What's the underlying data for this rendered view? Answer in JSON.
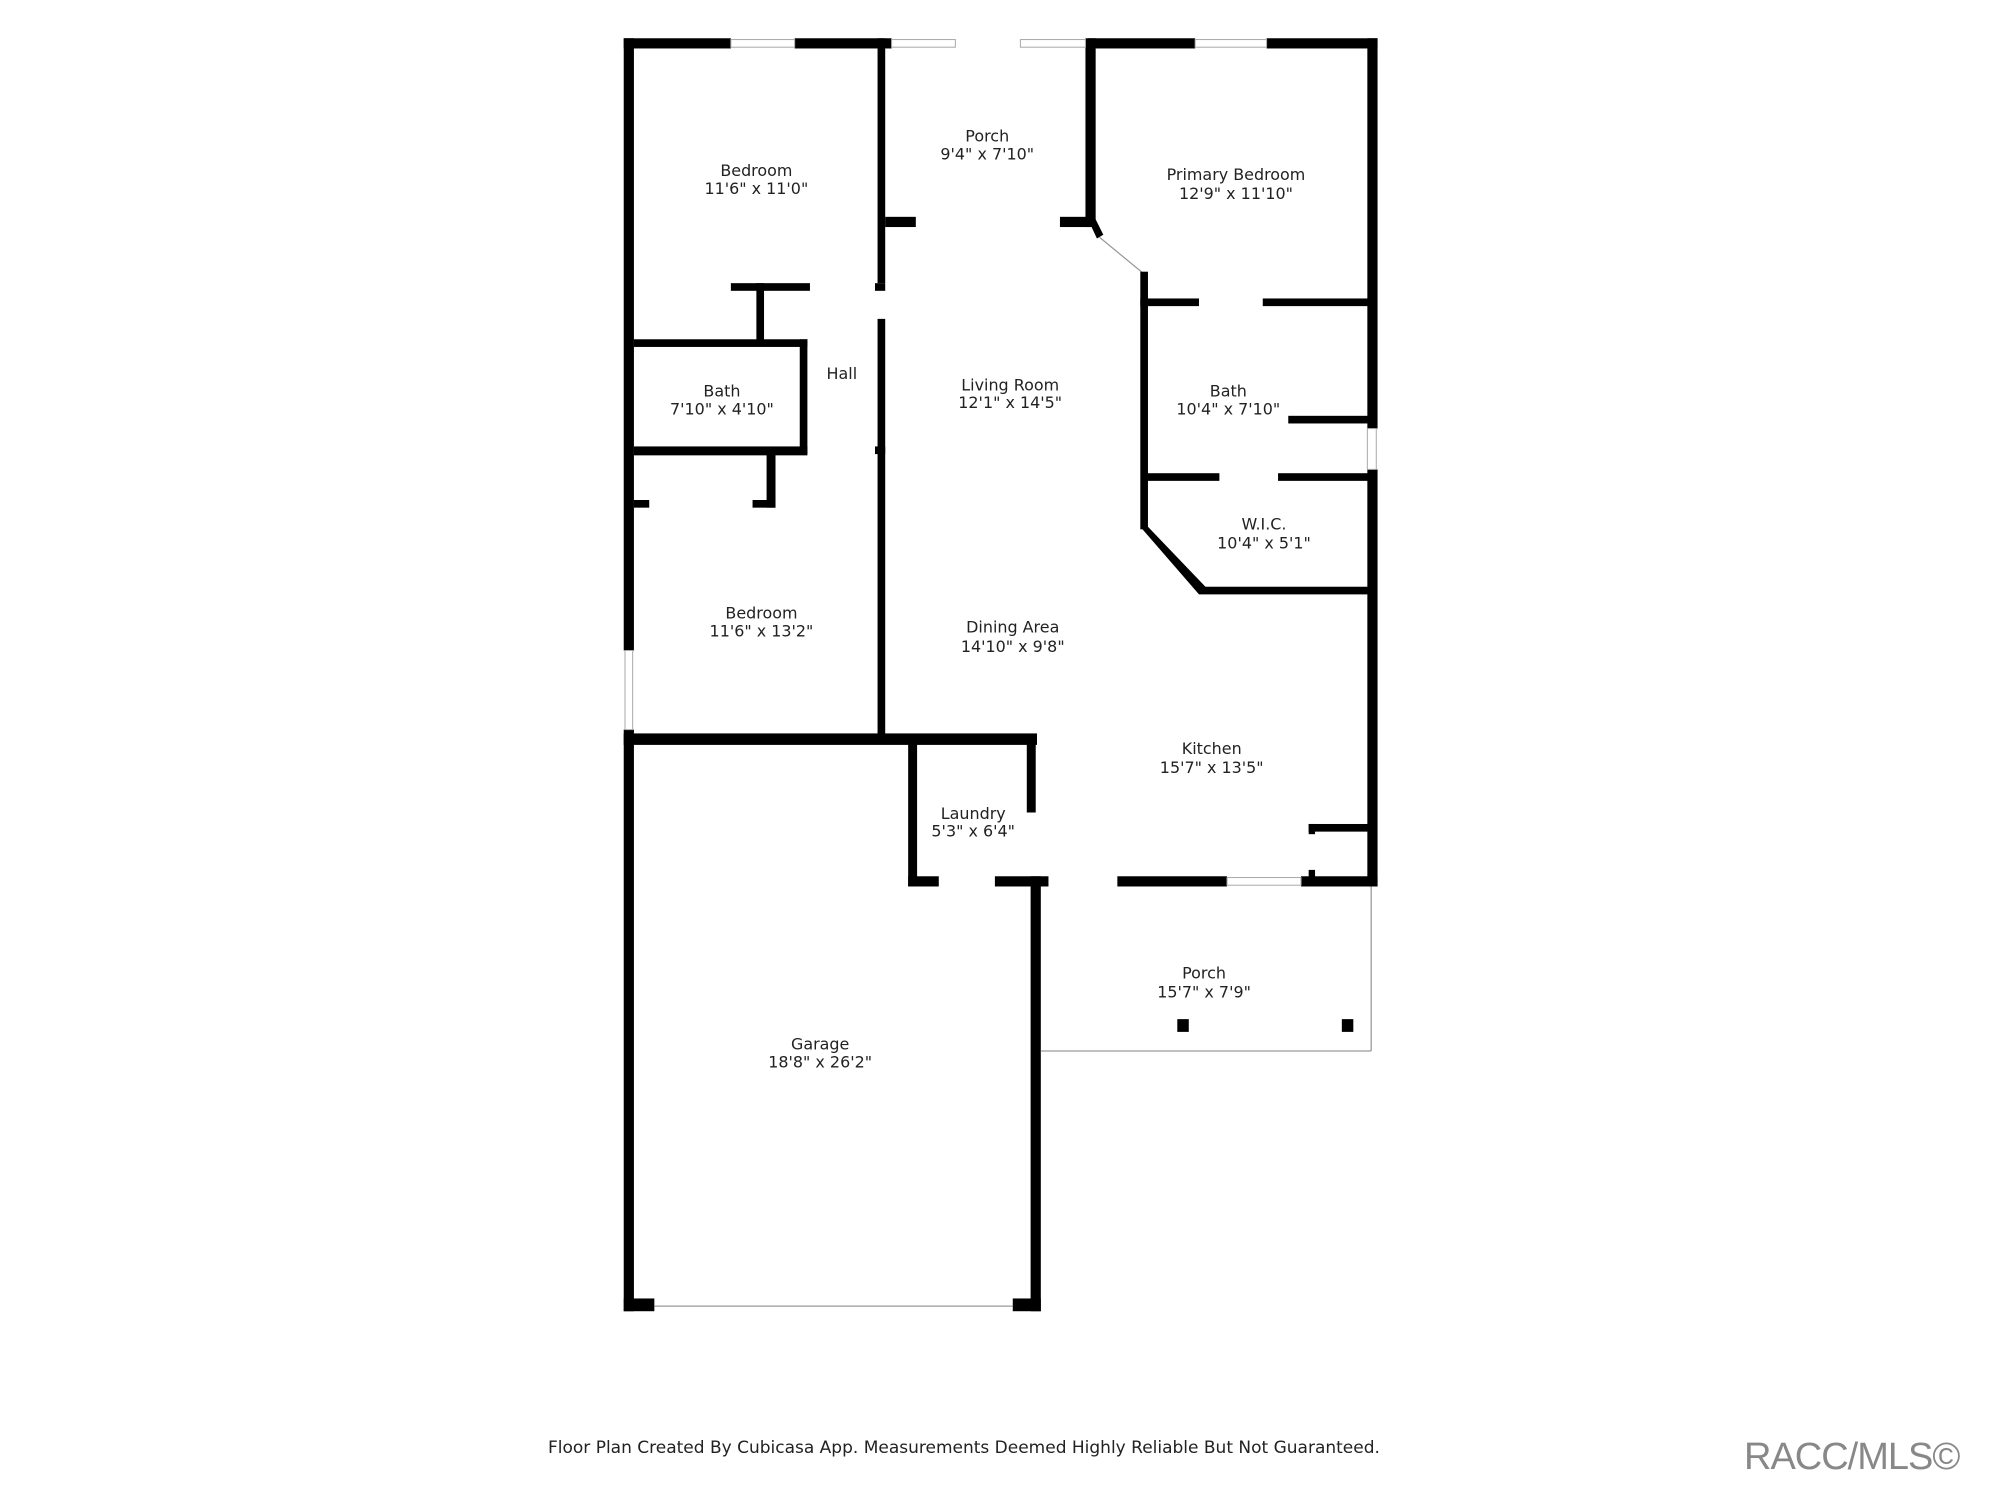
{
  "floor_plan": {
    "rooms": [
      {
        "id": "bedroom-1",
        "name": "Bedroom",
        "dims": "11'6\" x 11'0\""
      },
      {
        "id": "porch-front",
        "name": "Porch",
        "dims": "9'4\" x 7'10\""
      },
      {
        "id": "primary-bedroom",
        "name": "Primary Bedroom",
        "dims": "12'9\" x 11'10\""
      },
      {
        "id": "hall",
        "name": "Hall",
        "dims": ""
      },
      {
        "id": "bath-1",
        "name": "Bath",
        "dims": "7'10\" x 4'10\""
      },
      {
        "id": "living-room",
        "name": "Living Room",
        "dims": "12'1\" x 14'5\""
      },
      {
        "id": "bath-2",
        "name": "Bath",
        "dims": "10'4\" x 7'10\""
      },
      {
        "id": "wic",
        "name": "W.I.C.",
        "dims": "10'4\" x 5'1\""
      },
      {
        "id": "bedroom-2",
        "name": "Bedroom",
        "dims": "11'6\" x 13'2\""
      },
      {
        "id": "dining-area",
        "name": "Dining Area",
        "dims": "14'10\" x 9'8\""
      },
      {
        "id": "kitchen",
        "name": "Kitchen",
        "dims": "15'7\" x 13'5\""
      },
      {
        "id": "laundry",
        "name": "Laundry",
        "dims": "5'3\" x 6'4\""
      },
      {
        "id": "porch-rear",
        "name": "Porch",
        "dims": "15'7\" x 7'9\""
      },
      {
        "id": "garage",
        "name": "Garage",
        "dims": "18'8\" x 26'2\""
      }
    ]
  },
  "footer": {
    "disclaimer": "Floor Plan Created By Cubicasa App. Measurements Deemed Highly Reliable But Not Guaranteed.",
    "watermark": "RACC/MLS©"
  },
  "colors": {
    "wall": "#000000",
    "background": "#ffffff",
    "watermark": "#888888"
  }
}
